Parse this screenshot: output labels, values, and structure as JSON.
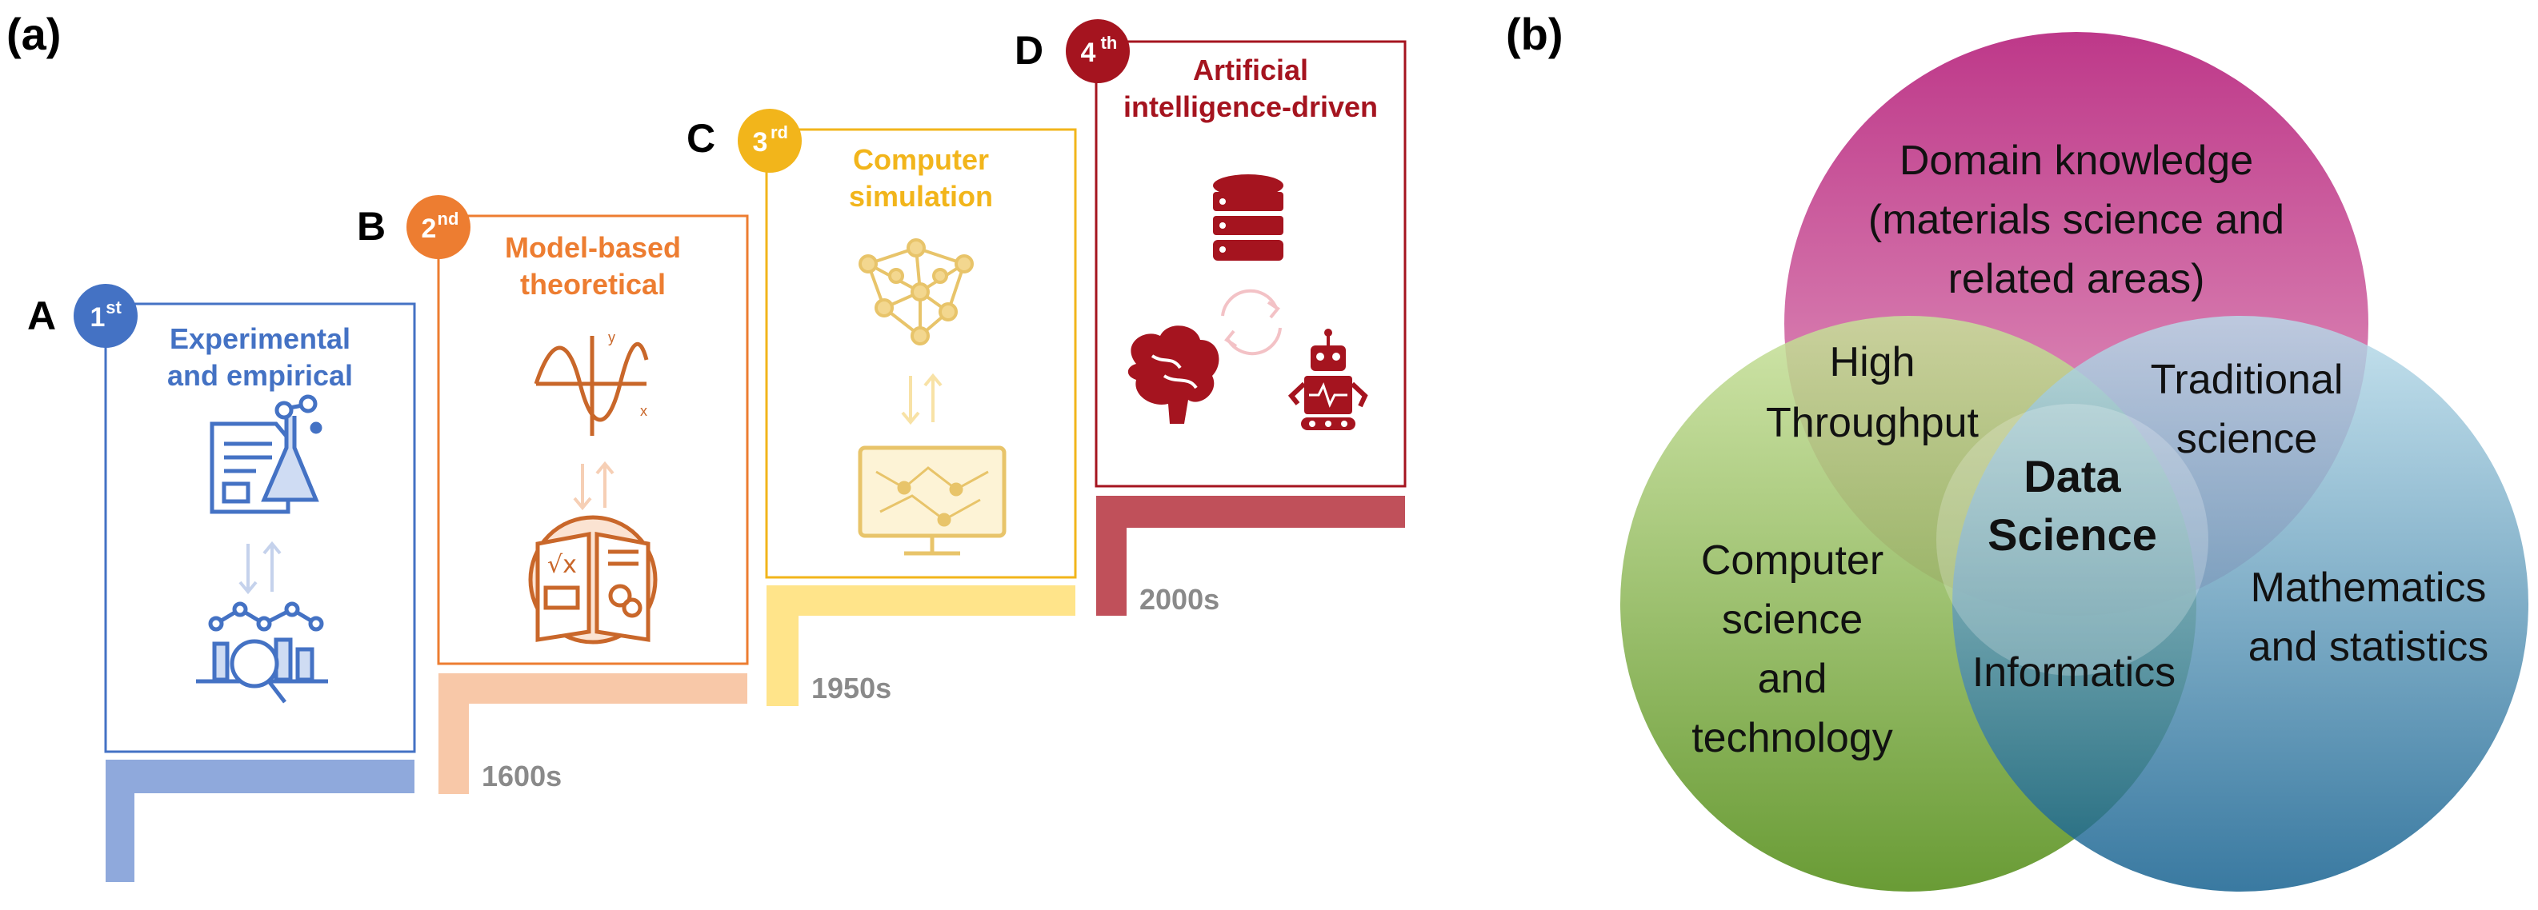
{
  "panel_a": {
    "label": "(a)",
    "steps": [
      {
        "letter": "A",
        "num": "1",
        "sup": "st",
        "title_lines": [
          "Experimental",
          "and empirical"
        ],
        "color": "#4472c4",
        "era": ""
      },
      {
        "letter": "B",
        "num": "2",
        "sup": "nd",
        "title_lines": [
          "Model-based",
          "theoretical"
        ],
        "color": "#ed7d31",
        "era": "1600s"
      },
      {
        "letter": "C",
        "num": "3",
        "sup": "rd",
        "title_lines": [
          "Computer",
          "simulation"
        ],
        "color": "#f2b51b",
        "era": "1950s"
      },
      {
        "letter": "D",
        "num": "4",
        "sup": "th",
        "title_lines": [
          "Artificial",
          "intelligence-driven"
        ],
        "color": "#a5141f",
        "era": "2000s"
      }
    ],
    "stair_colors": [
      "#8fa9dc",
      "#f8c8a8",
      "#ffe48a",
      "#c0505a"
    ]
  },
  "panel_b": {
    "label": "(b)",
    "circles": {
      "top": {
        "lines": [
          "Domain knowledge",
          "(materials science and",
          "related areas)"
        ],
        "color": "#b8277f"
      },
      "left": {
        "lines": [
          "Computer",
          "science",
          "and",
          "technology"
        ],
        "color": "#5a9a1a"
      },
      "right": {
        "lines": [
          "Mathematics",
          "and statistics"
        ],
        "color": "#1a6e9a"
      }
    },
    "overlaps": {
      "top_left": [
        "High",
        "Throughput"
      ],
      "top_right": [
        "Traditional",
        "science"
      ],
      "left_right": [
        "Informatics"
      ],
      "center": [
        "Data",
        "Science"
      ]
    }
  }
}
